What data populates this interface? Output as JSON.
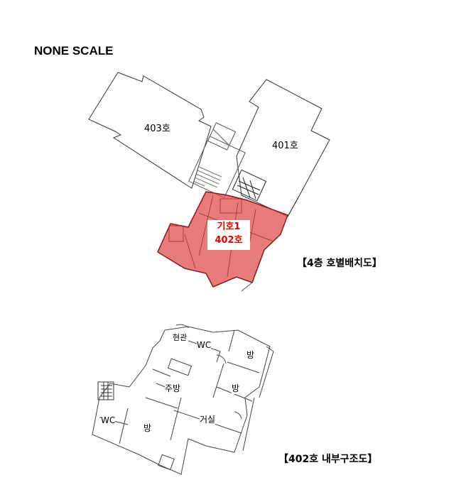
{
  "title": "NONE SCALE",
  "floor_plan": {
    "caption": "【4층  호별배치도】",
    "units": [
      {
        "id": "403",
        "label": "403호"
      },
      {
        "id": "401",
        "label": "401호"
      },
      {
        "id": "402",
        "label": "402호",
        "symbol": "기호1",
        "highlighted": true
      }
    ],
    "highlight_color": "#e05050"
  },
  "unit_plan": {
    "caption": "【402호 내부구조도】",
    "rooms": [
      {
        "label": "현관"
      },
      {
        "label": "WC"
      },
      {
        "label": "방"
      },
      {
        "label": "주방"
      },
      {
        "label": "방"
      },
      {
        "label": "거실"
      },
      {
        "label": "WC"
      },
      {
        "label": "방"
      }
    ]
  }
}
